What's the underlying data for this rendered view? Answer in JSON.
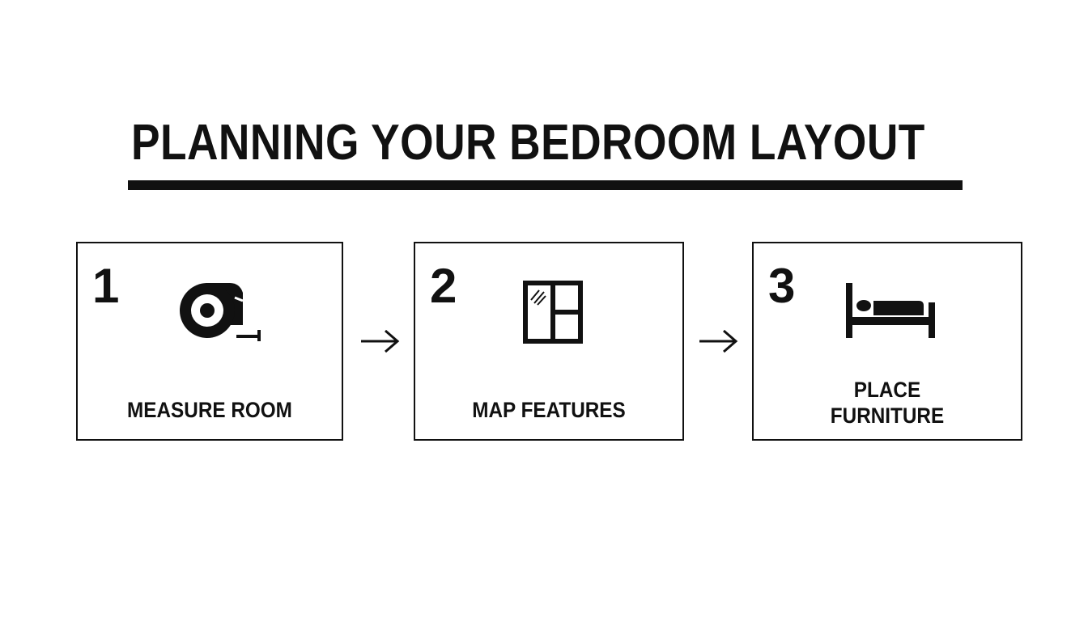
{
  "title": "PLANNING YOUR BEDROOM LAYOUT",
  "steps": [
    {
      "number": "1",
      "label": "MEASURE ROOM",
      "icon": "tape-measure-icon"
    },
    {
      "number": "2",
      "label": "MAP FEATURES",
      "icon": "window-icon"
    },
    {
      "number": "3",
      "label": "PLACE FURNITURE",
      "icon": "bed-icon"
    }
  ],
  "connectors": [
    "arrow-right-icon",
    "arrow-right-icon"
  ],
  "colors": {
    "ink": "#111111",
    "background": "#ffffff"
  }
}
